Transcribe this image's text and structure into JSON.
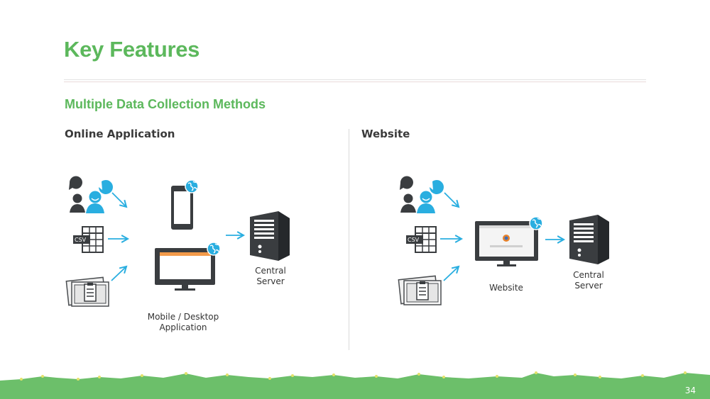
{
  "slide": {
    "title": "Key Features",
    "subtitle": "Multiple Data Collection Methods",
    "page_number": "34"
  },
  "left_panel": {
    "heading": "Online Application",
    "device_label": "Mobile / Desktop\nApplication",
    "server_label": "Central\nServer",
    "csv_label": "CSV"
  },
  "right_panel": {
    "heading": "Website",
    "device_label": "Website",
    "server_label": "Central\nServer",
    "csv_label": "CSV"
  },
  "icons": [
    "people-chat-icon",
    "csv-spreadsheet-icon",
    "paper-forms-icon",
    "smartphone-icon",
    "desktop-monitor-icon",
    "globe-badge-icon",
    "server-tower-icon",
    "arrow-icon",
    "browser-logo-icon"
  ],
  "colors": {
    "accent_green": "#5cb85c",
    "arrow_blue": "#29aee0",
    "icon_dark": "#3a3d40",
    "ground_green": "#6cbf6a",
    "dot_yellow": "#e3e26a"
  }
}
